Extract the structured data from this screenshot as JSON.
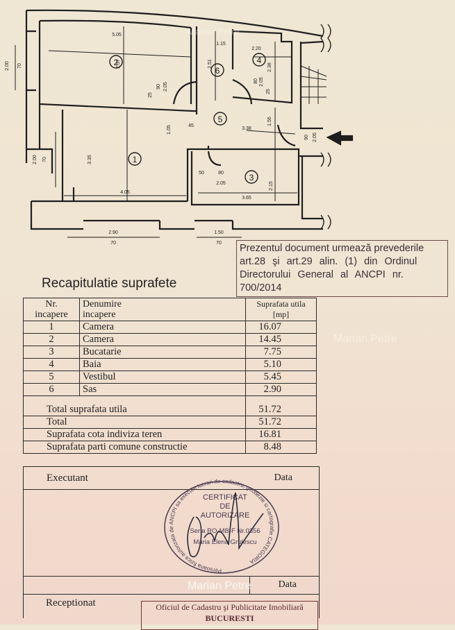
{
  "plan": {
    "rooms": [
      "1",
      "2",
      "3",
      "4",
      "5",
      "6"
    ],
    "dims": [
      "5.05",
      "2.57",
      "2.00",
      "70",
      "1.15",
      "2.51",
      "2.20",
      "2.38",
      "80",
      "2.05",
      "25",
      "90",
      "2.05",
      "25",
      "1.05",
      "45",
      "3.38",
      "1.56",
      "90",
      "2.05",
      "2.00",
      "70",
      "3.35",
      "4.05",
      "50",
      "80",
      "2.05",
      "3.65",
      "2.15",
      "2.90",
      "70",
      "1.50",
      "70"
    ]
  },
  "notice": {
    "lines": [
      "Prezentul document urmează prevederile",
      "art.28 şi art.29 alin. (1) din Ordinul",
      "Directorului General al ANCPI nr.",
      "700/2014"
    ]
  },
  "title": "Recapitulatie suprafete",
  "table": {
    "headers": {
      "nr": [
        "Nr.",
        "incapere"
      ],
      "name": [
        "Denumire",
        "incapere"
      ],
      "area": [
        "Suprafata utila",
        "[mp]"
      ]
    },
    "rows": [
      {
        "nr": "1",
        "name": "Camera",
        "area": "16.07"
      },
      {
        "nr": "2",
        "name": "Camera",
        "area": "14.45"
      },
      {
        "nr": "3",
        "name": "Bucatarie",
        "area": "7.75"
      },
      {
        "nr": "4",
        "name": "Baia",
        "area": "5.10"
      },
      {
        "nr": "5",
        "name": "Vestibul",
        "area": "5.45"
      },
      {
        "nr": "6",
        "name": "Sas",
        "area": "2.90"
      }
    ],
    "totals": [
      {
        "label": "Total suprafata utila",
        "value": "51.72"
      },
      {
        "label": "Total",
        "value": "51.72"
      },
      {
        "label": "Suprafata cota indiviza teren",
        "value": "16.81"
      },
      {
        "label": "Suprafata parti comune constructie",
        "value": "8.48"
      }
    ]
  },
  "executant": {
    "label": "Executant",
    "date_label": "Data"
  },
  "receptionat": {
    "label": "Receptionat",
    "date_label": "Data"
  },
  "seal": {
    "text": [
      "CERTIFICAT",
      "DE",
      "AUTORIZARE",
      "Seria RO-MB-F Nr.0356",
      "Maria Elena Grulescu"
    ],
    "ring": "Persoana fizica autorizata de ANCPI sa execute lucrari de cadastru, geodezie si cartografie CATEGORIA"
  },
  "red_stamp": {
    "lines": [
      "Oficiul de Cadastru şi Publicitate Imobiliară",
      "BUCURESTI"
    ]
  },
  "watermark": "Marian Petre"
}
